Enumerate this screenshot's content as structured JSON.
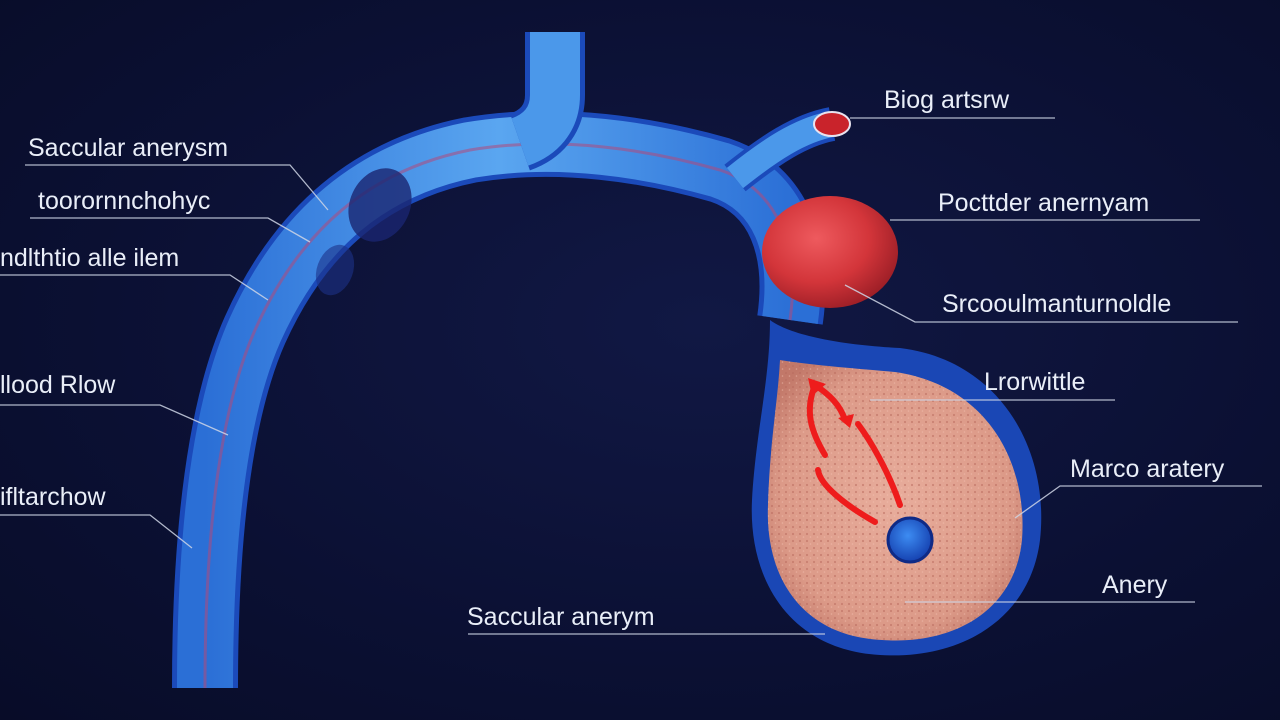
{
  "labels": {
    "left": [
      "Saccular anerysm",
      "toorornnchohyc",
      "ndlthtio alle ilem",
      "llood Rlow",
      "ifltarchow"
    ],
    "right": [
      "Biog artsrw",
      "Pocttder anernyam",
      "Srcooulmanturnoldle",
      "Lrorwittle",
      "Marco aratery",
      "Anery"
    ],
    "bottom": "Saccular anerym"
  },
  "colors": {
    "background": "#0b1033",
    "vessel": "#3f8fe6",
    "vessel_edge": "#1e4fbf",
    "aneurysm": "#d9353a",
    "sac_tissue": "#e0a08e",
    "flow_arrow": "#ee1c1c",
    "label_text": "#e9eef8"
  }
}
